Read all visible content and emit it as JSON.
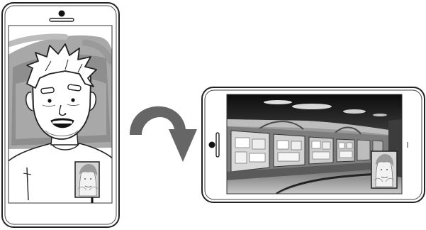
{
  "illustration": {
    "portrait_phone": {
      "orientation": "portrait",
      "screen_content": "video-call-man",
      "pip_content": "sketch-woman"
    },
    "rotate_arrow": {
      "direction": "clockwise"
    },
    "landscape_phone": {
      "orientation": "landscape",
      "screen_content": "gallery-hall",
      "pip_content": "sketch-woman"
    },
    "colors": {
      "outline": "#222222",
      "arrow": "#666666",
      "screen_bg": "#9a9a9a",
      "shading": "#7d7d7d"
    }
  }
}
